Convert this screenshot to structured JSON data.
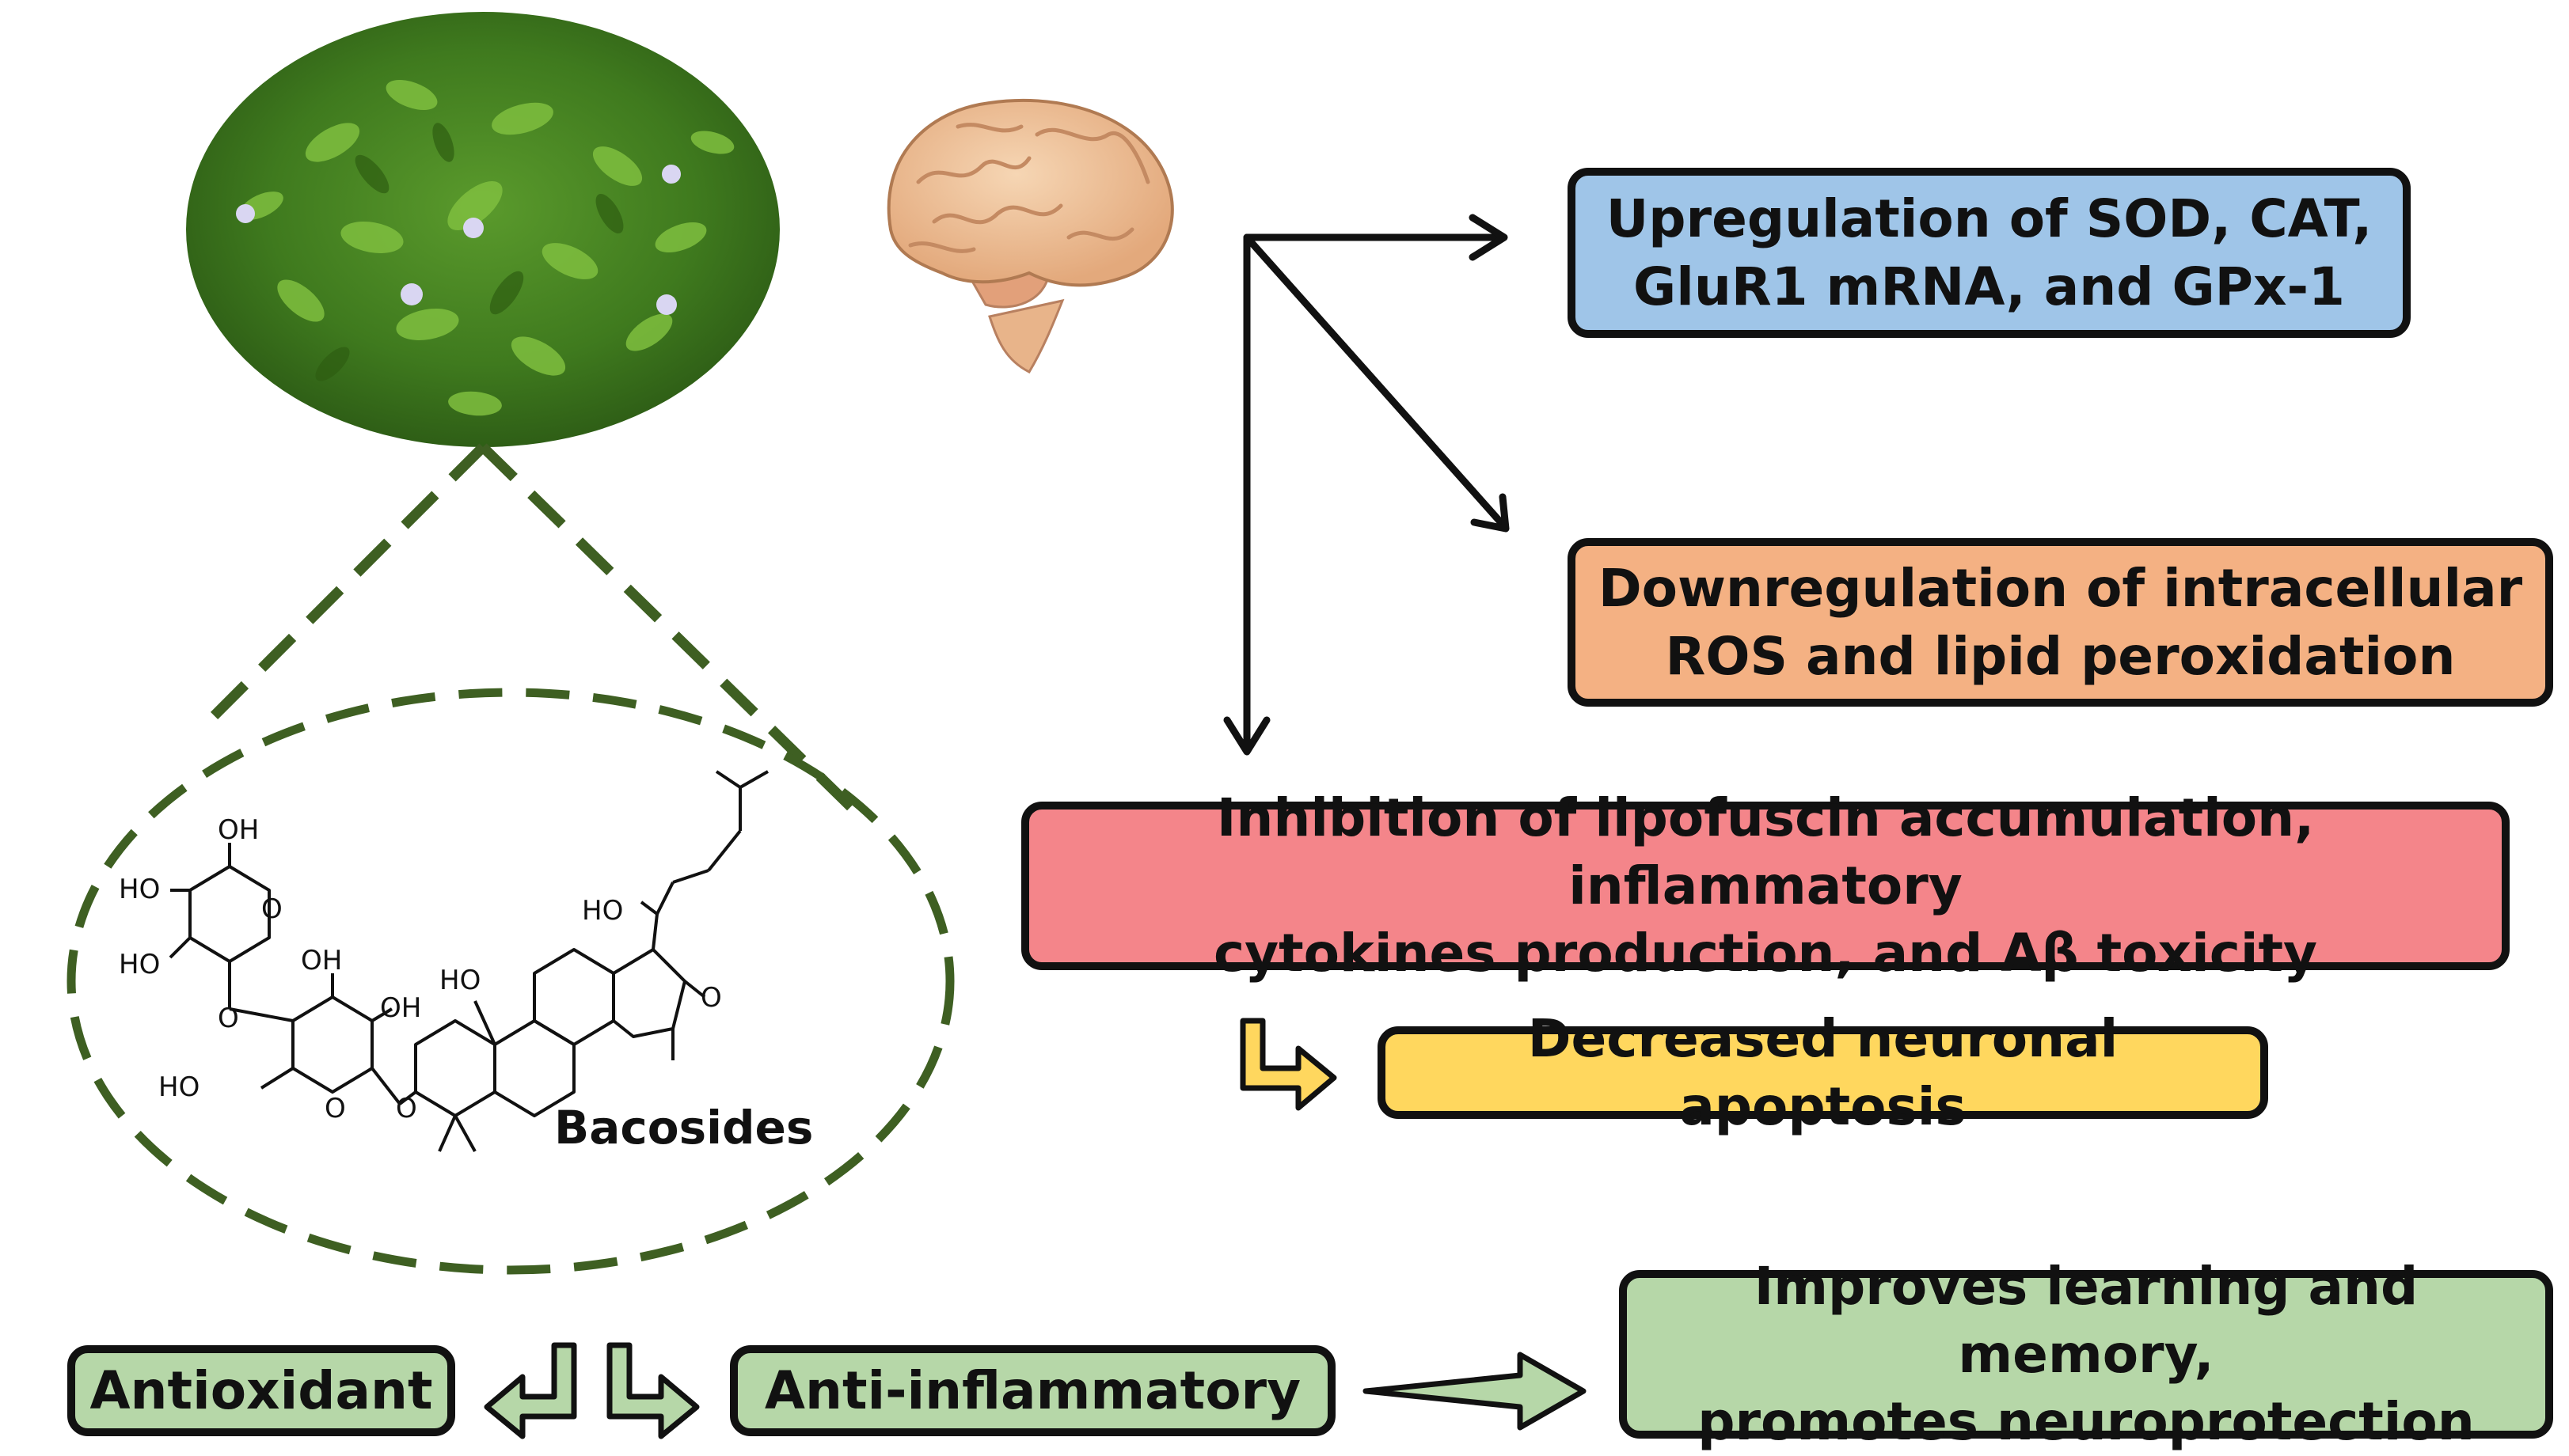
{
  "boxes": {
    "upregulation": {
      "line1": "Upregulation of SOD, CAT,",
      "line2": "GluR1 mRNA, and GPx-1",
      "fill": "#9fc5e8"
    },
    "downregulation": {
      "line1": "Downregulation of intracellular",
      "line2": "ROS and lipid peroxidation",
      "fill": "#f4b183"
    },
    "inhibition": {
      "line1": "Inhibition of lipofuscin accumulation, inflammatory",
      "line2": "cytokines production, and Aβ toxicity",
      "fill": "#f4858a"
    },
    "apoptosis": {
      "text": "Decreased neuronal apoptosis",
      "fill": "#ffd75e"
    },
    "antioxidant": {
      "text": "Antioxidant",
      "fill": "#b6d7a8"
    },
    "anti_inflammatory": {
      "text": "Anti-inflammatory",
      "fill": "#b6d7a8"
    },
    "improves": {
      "line1": "Improves learning and memory,",
      "line2": "promotes neuroprotection",
      "fill": "#b6d7a8"
    }
  },
  "compound": {
    "name": "Bacosides",
    "atom_labels": {
      "oh_top": "OH",
      "ho_1": "HO",
      "ho_2": "HO",
      "oh_mid": "OH",
      "oh_right": "OH",
      "ho_3": "HO",
      "o_glyco1": "O",
      "o_ring1": "O",
      "o_ring2": "O",
      "o_link": "O",
      "ho_c19": "HO",
      "ho_side": "HO",
      "o_keto": "O"
    }
  },
  "colors": {
    "dash_green": "#3e5f22",
    "outline": "#111111",
    "brain": "#f0c8a0"
  }
}
